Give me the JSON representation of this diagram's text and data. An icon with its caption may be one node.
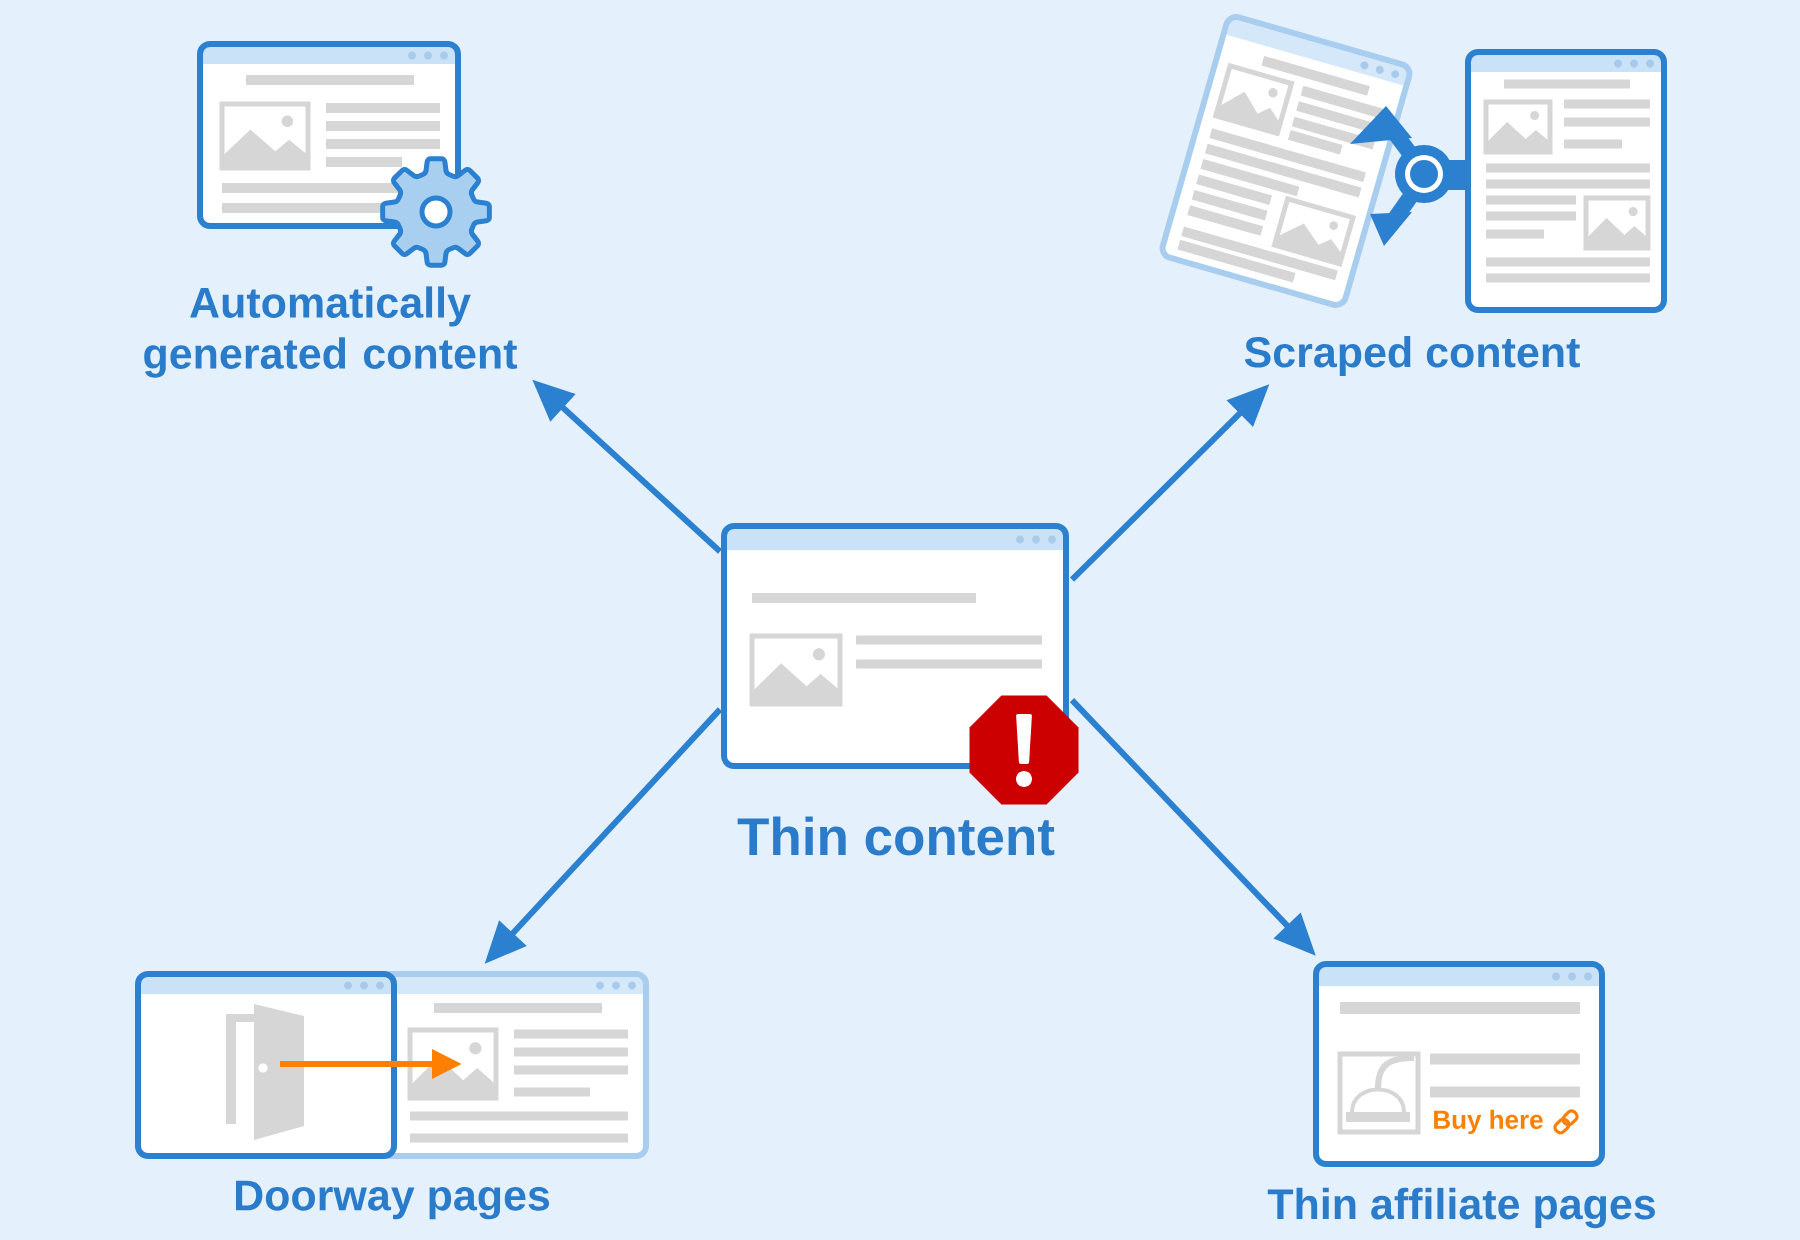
{
  "diagram": {
    "nodes": [
      {
        "text": [
          "Automatically generated content"
        ]
      },
      {
        "text": [
          "Scraped content"
        ]
      },
      {
        "text": [
          "Thin content"
        ]
      },
      {
        "text": [
          "Doorway pages"
        ]
      },
      {
        "text": [
          "Buy here",
          "Thin affiliate pages"
        ]
      }
    ],
    "edges": [
      {
        "from": 2,
        "to": 0,
        "arrow": "to"
      },
      {
        "from": 2,
        "to": 1,
        "arrow": "to"
      },
      {
        "from": 2,
        "to": 3,
        "arrow": "to"
      },
      {
        "from": 2,
        "to": 4,
        "arrow": "to"
      }
    ]
  }
}
